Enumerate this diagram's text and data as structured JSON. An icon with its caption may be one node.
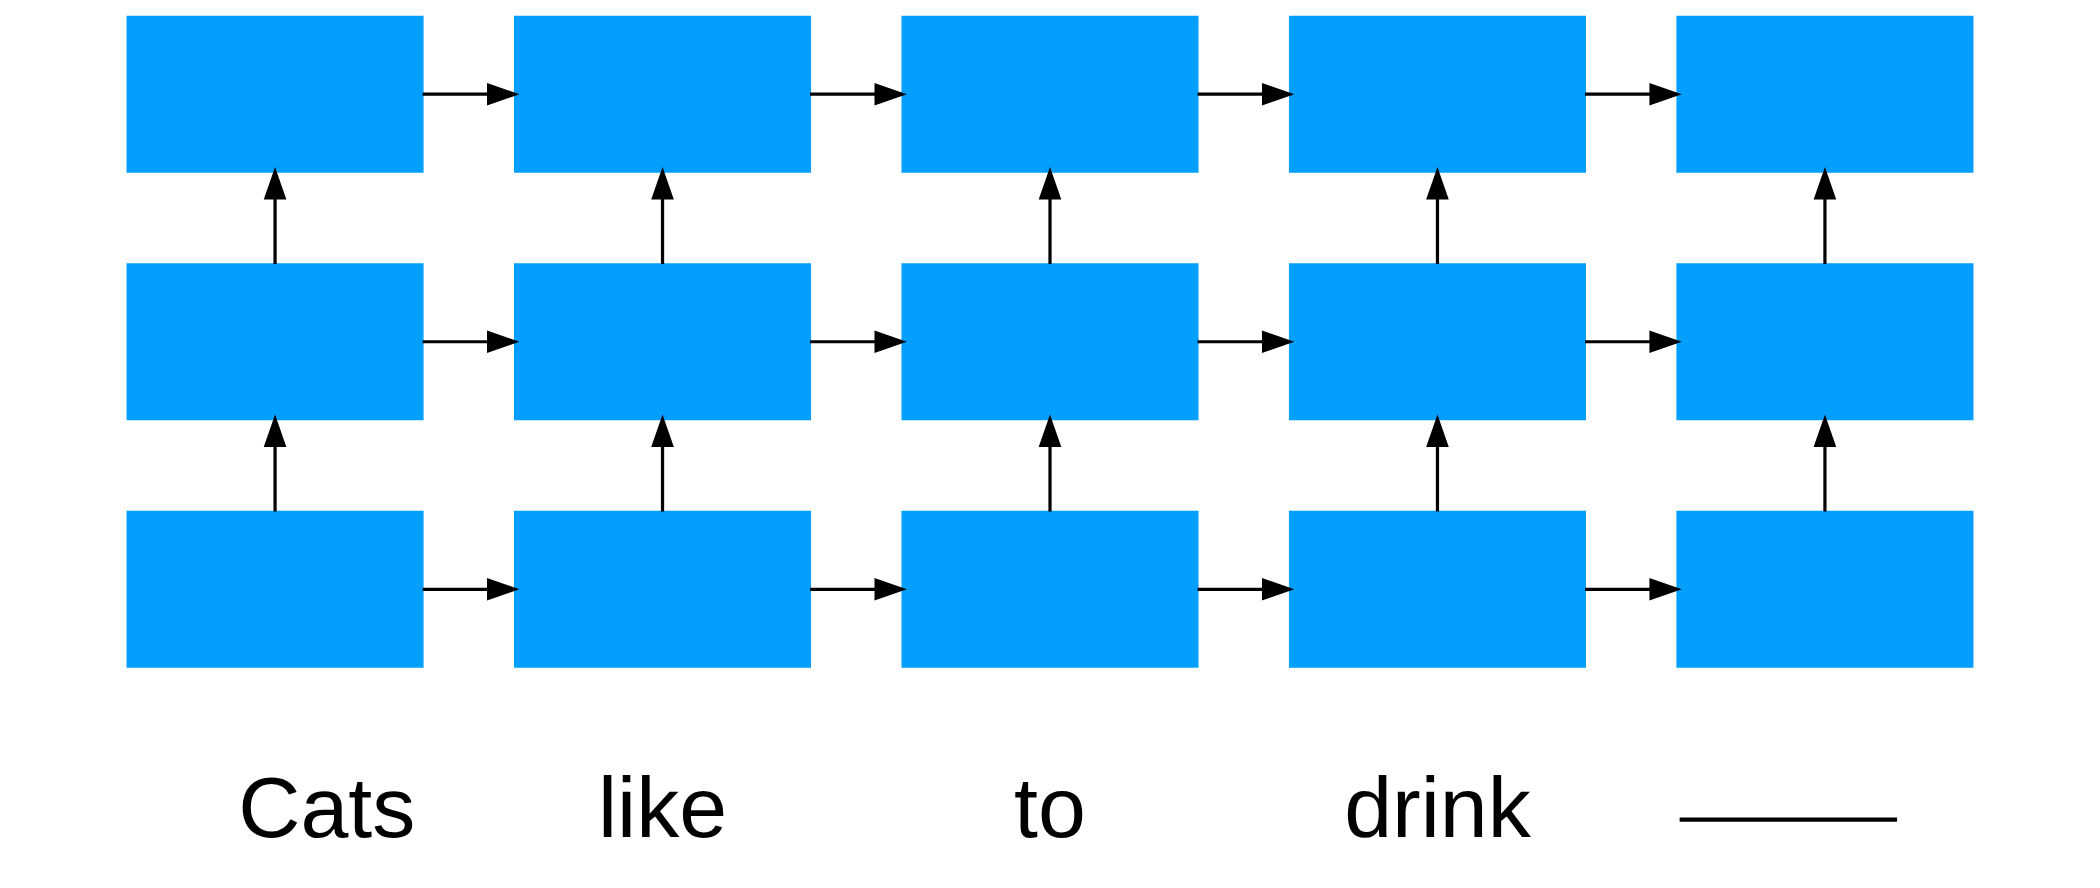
{
  "diagram": {
    "nodes": [
      {
        "text": [],
        "shape": "box"
      },
      {
        "text": [],
        "shape": "box"
      },
      {
        "text": [],
        "shape": "box"
      },
      {
        "text": [],
        "shape": "box"
      },
      {
        "text": [],
        "shape": "box"
      },
      {
        "text": [],
        "shape": "box"
      },
      {
        "text": [],
        "shape": "box"
      },
      {
        "text": [],
        "shape": "box"
      },
      {
        "text": [],
        "shape": "box"
      },
      {
        "text": [],
        "shape": "box"
      },
      {
        "text": [],
        "shape": "box"
      },
      {
        "text": [],
        "shape": "box"
      },
      {
        "text": [],
        "shape": "box"
      },
      {
        "text": [],
        "shape": "box"
      },
      {
        "text": [],
        "shape": "box"
      },
      {
        "text": [],
        "shape": "line"
      }
    ],
    "edges": [
      {
        "from": 0,
        "to": 1,
        "arrow": "to"
      },
      {
        "from": 1,
        "to": 2,
        "arrow": "to"
      },
      {
        "from": 2,
        "to": 3,
        "arrow": "to"
      },
      {
        "from": 3,
        "to": 4,
        "arrow": "to"
      },
      {
        "from": 5,
        "to": 0,
        "arrow": "to"
      },
      {
        "from": 6,
        "to": 1,
        "arrow": "to"
      },
      {
        "from": 7,
        "to": 2,
        "arrow": "to"
      },
      {
        "from": 8,
        "to": 3,
        "arrow": "to"
      },
      {
        "from": 9,
        "to": 4,
        "arrow": "to"
      },
      {
        "from": 5,
        "to": 6,
        "arrow": "to"
      },
      {
        "from": 6,
        "to": 7,
        "arrow": "to"
      },
      {
        "from": 7,
        "to": 8,
        "arrow": "to"
      },
      {
        "from": 8,
        "to": 9,
        "arrow": "to"
      },
      {
        "from": 10,
        "to": 5,
        "arrow": "to"
      },
      {
        "from": 11,
        "to": 6,
        "arrow": "to"
      },
      {
        "from": 12,
        "to": 7,
        "arrow": "to"
      },
      {
        "from": 13,
        "to": 8,
        "arrow": "to"
      },
      {
        "from": 14,
        "to": 9,
        "arrow": "to"
      },
      {
        "from": 10,
        "to": 11,
        "arrow": "to"
      },
      {
        "from": 11,
        "to": 12,
        "arrow": "to"
      },
      {
        "from": 12,
        "to": 13,
        "arrow": "to"
      },
      {
        "from": 13,
        "to": 14,
        "arrow": "to"
      }
    ],
    "labels": [
      "Cats",
      "like",
      "to",
      "drink"
    ]
  }
}
